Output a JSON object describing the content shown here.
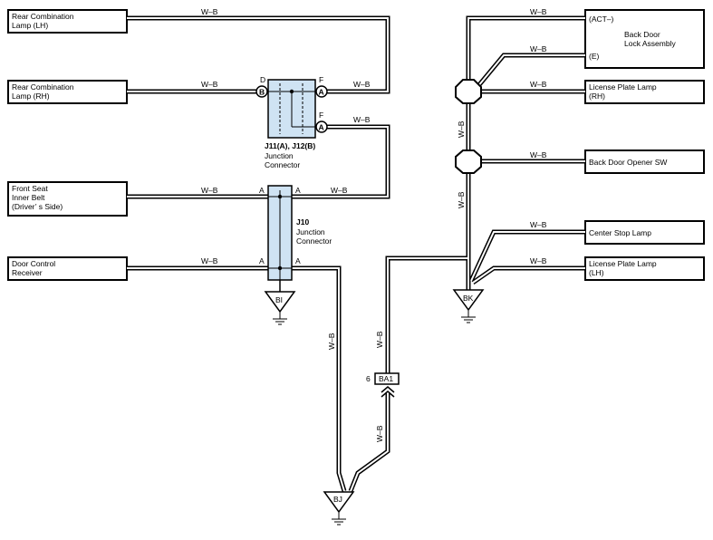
{
  "components": {
    "rear_comb_lh": [
      "Rear Combination",
      "Lamp (LH)"
    ],
    "rear_comb_rh": [
      "Rear Combination",
      "Lamp (RH)"
    ],
    "front_seat_belt": [
      "Front Seat",
      "Inner Belt",
      "(Driver’ s Side)"
    ],
    "door_control": [
      "Door Control",
      "Receiver"
    ],
    "back_door_lock_pins": [
      "(ACT–)",
      "(E)"
    ],
    "back_door_lock_name": [
      "Back Door",
      "Lock Assembly"
    ],
    "license_rh": [
      "License Plate Lamp",
      "(RH)"
    ],
    "back_door_opener": [
      "Back Door Opener SW"
    ],
    "center_stop": [
      "Center Stop Lamp"
    ],
    "license_lh": [
      "License Plate Lamp",
      "(LH)"
    ]
  },
  "wire_color": "W–B",
  "junction_j11": {
    "title": "J11(A), J12(B)",
    "lines": [
      "Junction",
      "Connector"
    ],
    "pins": [
      "D",
      "F",
      "F"
    ],
    "connector_b": "B",
    "connector_a": "A"
  },
  "junction_j10": {
    "title": "J10",
    "lines": [
      "Junction",
      "Connector"
    ],
    "pin_a": "A"
  },
  "grounds": [
    "BI",
    "BJ",
    "BK"
  ],
  "connector_ba1": {
    "label": "BA1",
    "pin": "6"
  },
  "colors": {
    "line": "#000000",
    "junction_fill": "#cfe3f3"
  }
}
